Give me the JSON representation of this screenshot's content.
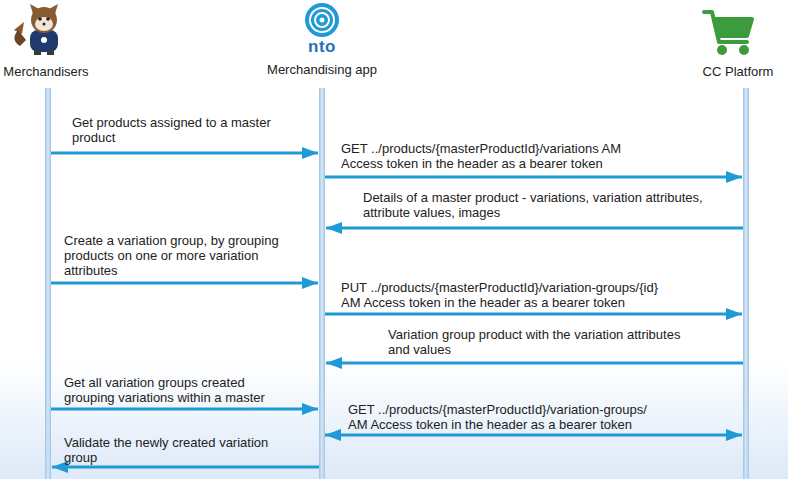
{
  "diagram": {
    "nodes": [
      {
        "text": [
          "Merchandisers"
        ]
      },
      {
        "text": [
          "nto",
          "Merchandising app"
        ]
      },
      {
        "text": [
          "CC Platform"
        ]
      }
    ],
    "edges": [
      {
        "from": 0,
        "to": 1,
        "arrow": "to",
        "label": "Get products assigned to a master product"
      },
      {
        "from": 1,
        "to": 2,
        "arrow": "to",
        "label": "GET ../products/{masterProductId}/variations AM Access token in the header as a bearer token"
      },
      {
        "from": 2,
        "to": 1,
        "arrow": "to",
        "label": "Details of a master product - variations, variation attributes, attribute values, images"
      },
      {
        "from": 0,
        "to": 1,
        "arrow": "to",
        "label": "Create a variation group, by grouping products on one or more variation attributes"
      },
      {
        "from": 1,
        "to": 2,
        "arrow": "to",
        "label": "PUT ../products/{masterProductId}/variation-groups/{id} AM Access token in the header as a bearer token"
      },
      {
        "from": 2,
        "to": 1,
        "arrow": "to",
        "label": "Variation group product with the variation attributes and values"
      },
      {
        "from": 0,
        "to": 1,
        "arrow": "to",
        "label": "Get all variation groups created grouping variations within a master"
      },
      {
        "from": 1,
        "to": 2,
        "arrow": "both",
        "label": "GET ../products/{masterProductId}/variation-groups/ AM Access token in the header as a bearer token"
      },
      {
        "from": 1,
        "to": 0,
        "arrow": "to",
        "label": "Validate the newly created variation group"
      }
    ]
  }
}
